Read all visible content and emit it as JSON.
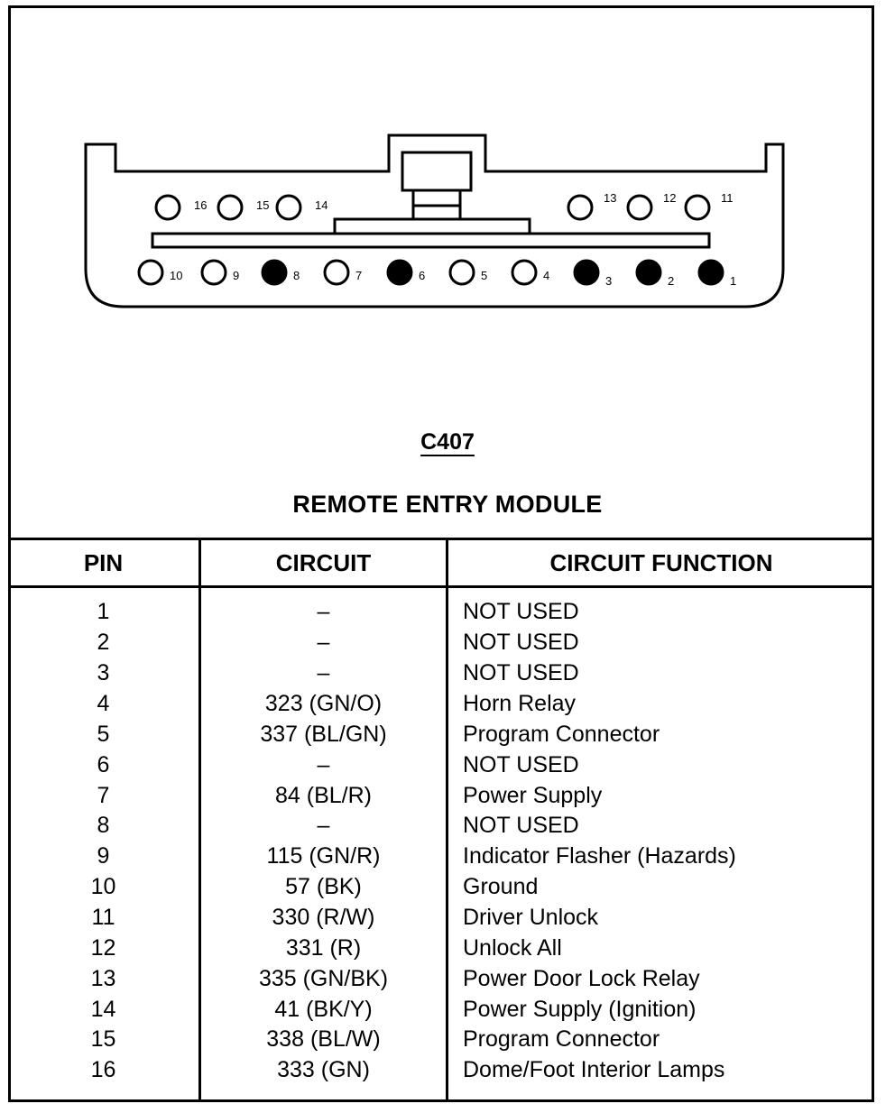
{
  "connector": {
    "id": "C407",
    "name": "REMOTE ENTRY MODULE",
    "pins_bottom_row": [
      "10",
      "9",
      "8",
      "7",
      "6",
      "5",
      "4",
      "3",
      "2",
      "1"
    ],
    "pins_top_left": [
      "16",
      "15",
      "14"
    ],
    "pins_top_right": [
      "13",
      "12",
      "11"
    ],
    "filled_pins": [
      "1",
      "2",
      "3",
      "6",
      "8"
    ]
  },
  "table": {
    "headers": {
      "pin": "PIN",
      "circuit": "CIRCUIT",
      "function": "CIRCUIT FUNCTION"
    },
    "rows": [
      {
        "pin": "1",
        "circuit": "–",
        "function": "NOT USED"
      },
      {
        "pin": "2",
        "circuit": "–",
        "function": "NOT USED"
      },
      {
        "pin": "3",
        "circuit": "–",
        "function": "NOT USED"
      },
      {
        "pin": "4",
        "circuit": "323 (GN/O)",
        "function": "Horn Relay"
      },
      {
        "pin": "5",
        "circuit": "337 (BL/GN)",
        "function": "Program Connector"
      },
      {
        "pin": "6",
        "circuit": "–",
        "function": "NOT USED"
      },
      {
        "pin": "7",
        "circuit": "84 (BL/R)",
        "function": "Power Supply"
      },
      {
        "pin": "8",
        "circuit": "–",
        "function": "NOT USED"
      },
      {
        "pin": "9",
        "circuit": "115 (GN/R)",
        "function": "Indicator Flasher (Hazards)"
      },
      {
        "pin": "10",
        "circuit": "57 (BK)",
        "function": "Ground"
      },
      {
        "pin": "11",
        "circuit": "330 (R/W)",
        "function": "Driver Unlock"
      },
      {
        "pin": "12",
        "circuit": "331 (R)",
        "function": "Unlock All"
      },
      {
        "pin": "13",
        "circuit": "335 (GN/BK)",
        "function": "Power Door Lock Relay"
      },
      {
        "pin": "14",
        "circuit": "41 (BK/Y)",
        "function": "Power Supply (Ignition)"
      },
      {
        "pin": "15",
        "circuit": "338 (BL/W)",
        "function": "Program Connector"
      },
      {
        "pin": "16",
        "circuit": "333 (GN)",
        "function": "Dome/Foot Interior Lamps"
      }
    ]
  }
}
